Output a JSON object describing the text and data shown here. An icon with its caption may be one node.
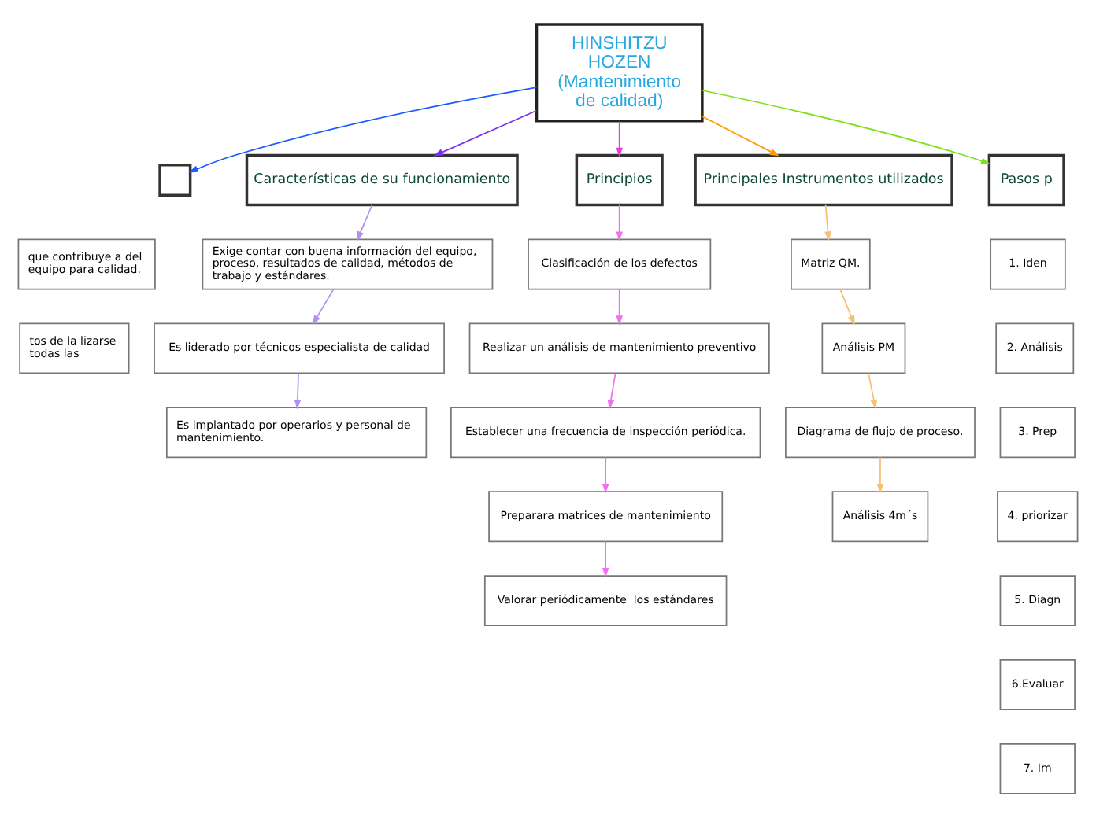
{
  "diagram": {
    "nodes": [
      {
        "text": [
          "HINSHITZU HOZEN (Mantenimiento de calidad)"
        ]
      },
      {
        "text": [],
        "shape": "box"
      },
      {
        "text": [
          "que contribuye a del equipo para calidad."
        ]
      },
      {
        "text": [
          "tos de la lizarse todas las"
        ]
      },
      {
        "text": [
          "Características de su funcionamiento"
        ]
      },
      {
        "text": [
          "Exige contar con buena información del equipo, proceso, resultados de calidad, métodos de trabajo y estándares."
        ]
      },
      {
        "text": [
          "Es liderado por técnicos especialista de calidad"
        ]
      },
      {
        "text": [
          "Es implantado por operarios y personal de mantenimiento."
        ]
      },
      {
        "text": [
          "Principios"
        ]
      },
      {
        "text": [
          "Clasificación de los defectos"
        ]
      },
      {
        "text": [
          "Realizar un análisis de mantenimiento preventivo"
        ]
      },
      {
        "text": [
          "Establecer una frecuencia de inspección periódica."
        ]
      },
      {
        "text": [
          "Preparara matrices de mantenimiento"
        ]
      },
      {
        "text": [
          "Valorar periódicamente  los estándares"
        ]
      },
      {
        "text": [
          "Principales Instrumentos utilizados"
        ]
      },
      {
        "text": [
          "Matriz QM."
        ]
      },
      {
        "text": [
          "Análisis PM"
        ]
      },
      {
        "text": [
          "Diagrama de flujo de proceso."
        ]
      },
      {
        "text": [
          "Análisis 4m´s"
        ]
      },
      {
        "text": [
          "Pasos p"
        ]
      },
      {
        "text": [
          "1. Iden"
        ]
      },
      {
        "text": [
          "2. Análisis"
        ]
      },
      {
        "text": [
          "3. Prep"
        ]
      },
      {
        "text": [
          "4. priorizar"
        ]
      },
      {
        "text": [
          "5. Diagn"
        ]
      },
      {
        "text": [
          "6.Evaluar"
        ]
      },
      {
        "text": [
          "7. Im"
        ]
      }
    ],
    "edges": [
      {
        "from": 0,
        "to": 1,
        "arrow": "to",
        "color": "#1a5cff"
      },
      {
        "from": 0,
        "to": 4,
        "arrow": "to",
        "color": "#7b2ff0"
      },
      {
        "from": 0,
        "to": 8,
        "arrow": "to",
        "color": "#e040e0"
      },
      {
        "from": 0,
        "to": 14,
        "arrow": "to",
        "color": "#ff9900"
      },
      {
        "from": 0,
        "to": 19,
        "arrow": "to",
        "color": "#80e020"
      },
      {
        "from": 4,
        "to": 5,
        "arrow": "to",
        "color": "#b090f0"
      },
      {
        "from": 5,
        "to": 6,
        "arrow": "to",
        "color": "#b090f0"
      },
      {
        "from": 6,
        "to": 7,
        "arrow": "to",
        "color": "#b090f0"
      },
      {
        "from": 8,
        "to": 9,
        "arrow": "to",
        "color": "#f070f0"
      },
      {
        "from": 9,
        "to": 10,
        "arrow": "to",
        "color": "#f070f0"
      },
      {
        "from": 10,
        "to": 11,
        "arrow": "to",
        "color": "#f070f0"
      },
      {
        "from": 11,
        "to": 12,
        "arrow": "to",
        "color": "#f070f0"
      },
      {
        "from": 12,
        "to": 13,
        "arrow": "to",
        "color": "#f070f0"
      },
      {
        "from": 14,
        "to": 15,
        "arrow": "to",
        "color": "#f5c070"
      },
      {
        "from": 15,
        "to": 16,
        "arrow": "to",
        "color": "#f5c070"
      },
      {
        "from": 16,
        "to": 17,
        "arrow": "to",
        "color": "#f5c070"
      },
      {
        "from": 17,
        "to": 18,
        "arrow": "to",
        "color": "#f5c070"
      }
    ]
  }
}
